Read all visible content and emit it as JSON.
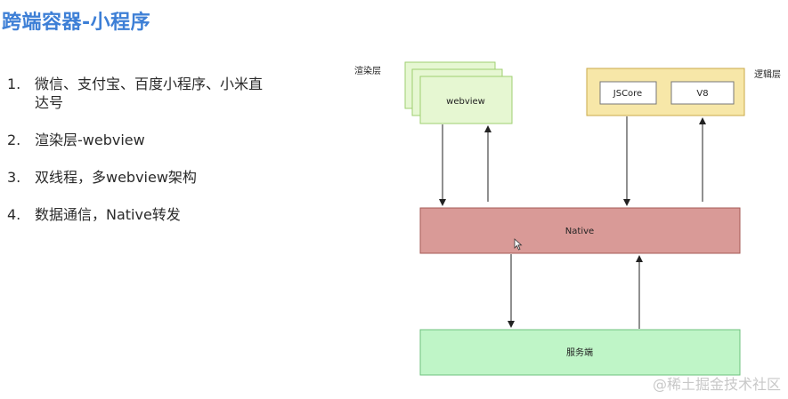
{
  "slide": {
    "title": "跨端容器-小程序",
    "bullets": [
      {
        "num": "1.",
        "text": "微信、支付宝、百度小程序、小米直达号"
      },
      {
        "num": "2.",
        "text": "渲染层-webview"
      },
      {
        "num": "3.",
        "text": "双线程，多webview架构"
      },
      {
        "num": "4.",
        "text": "数据通信，Native转发"
      }
    ]
  },
  "diagram": {
    "render_layer_label": "渲染层",
    "logic_layer_label": "逻辑层",
    "webview_label": "webview",
    "jscore_label": "JSCore",
    "v8_label": "V8",
    "native_label": "Native",
    "server_label": "服务端",
    "colors": {
      "webview_fill": "#e6f7d2",
      "webview_stroke": "#9fcf70",
      "logic_fill": "#f7e7a8",
      "logic_stroke": "#c9a949",
      "native_fill": "#d99a97",
      "native_stroke": "#a55956",
      "server_fill": "#bff5c7",
      "server_stroke": "#6cc17c",
      "title": "#3d7fd6"
    }
  },
  "watermark": "@稀土掘金技术社区"
}
